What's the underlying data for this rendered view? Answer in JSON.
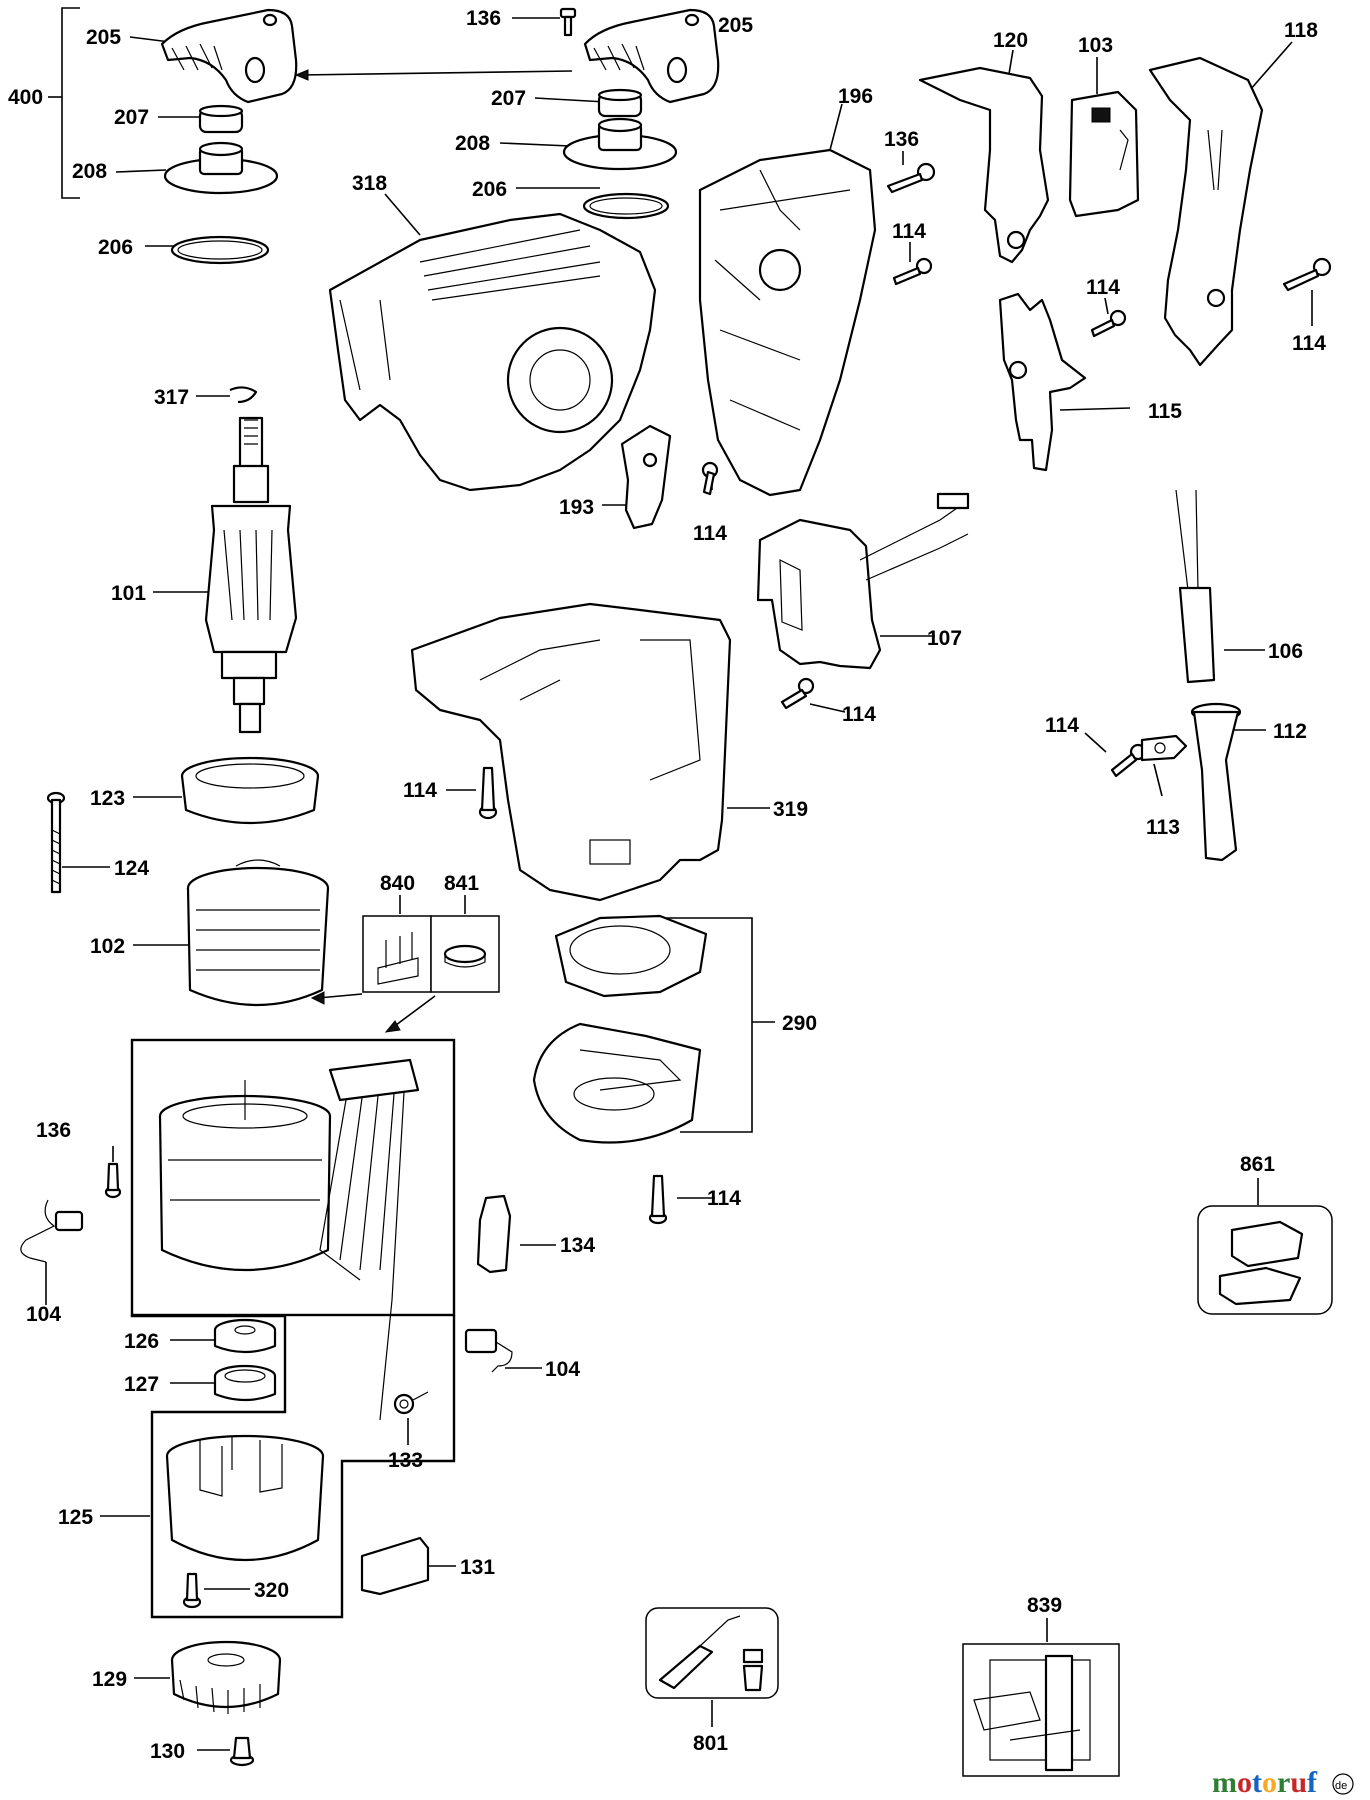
{
  "parts": [
    {
      "ref": "400",
      "name": "assembly-400-label"
    },
    {
      "ref": "205",
      "name": "cover-205-label-left"
    },
    {
      "ref": "207",
      "name": "cap-207-label-left"
    },
    {
      "ref": "208",
      "name": "cover-208-label-left"
    },
    {
      "ref": "206",
      "name": "ring-206-label-left"
    },
    {
      "ref": "136",
      "name": "screw-136-label-top"
    },
    {
      "ref": "205",
      "name": "cover-205-label-right"
    },
    {
      "ref": "207",
      "name": "cap-207-label-right"
    },
    {
      "ref": "208",
      "name": "cover-208-label-right"
    },
    {
      "ref": "206",
      "name": "ring-206-label-right"
    },
    {
      "ref": "318",
      "name": "housing-318-label"
    },
    {
      "ref": "196",
      "name": "handle-housing-196-label"
    },
    {
      "ref": "136",
      "name": "screw-136-label-mid"
    },
    {
      "ref": "114",
      "name": "screw-114-label-a"
    },
    {
      "ref": "120",
      "name": "trigger-120-label"
    },
    {
      "ref": "103",
      "name": "switch-103-label"
    },
    {
      "ref": "118",
      "name": "handle-118-label"
    },
    {
      "ref": "114",
      "name": "screw-114-label-b"
    },
    {
      "ref": "114",
      "name": "screw-114-label-c"
    },
    {
      "ref": "115",
      "name": "lock-115-label"
    },
    {
      "ref": "317",
      "name": "clip-317-label"
    },
    {
      "ref": "193",
      "name": "knob-193-label"
    },
    {
      "ref": "114",
      "name": "screw-114-label-d"
    },
    {
      "ref": "101",
      "name": "armature-101-label"
    },
    {
      "ref": "107",
      "name": "module-107-label"
    },
    {
      "ref": "106",
      "name": "cable-106-label"
    },
    {
      "ref": "114",
      "name": "screw-114-label-e"
    },
    {
      "ref": "114",
      "name": "screw-114-label-f"
    },
    {
      "ref": "112",
      "name": "sleeve-112-label"
    },
    {
      "ref": "114",
      "name": "screw-114-label-g"
    },
    {
      "ref": "113",
      "name": "clamp-113-label"
    },
    {
      "ref": "319",
      "name": "motor-housing-319-label"
    },
    {
      "ref": "123",
      "name": "baffle-123-label"
    },
    {
      "ref": "124",
      "name": "bolt-124-label"
    },
    {
      "ref": "840",
      "name": "kit-840-label"
    },
    {
      "ref": "841",
      "name": "kit-841-label"
    },
    {
      "ref": "102",
      "name": "field-102-label"
    },
    {
      "ref": "290",
      "name": "base-290-label"
    },
    {
      "ref": "136",
      "name": "screw-136-label-low"
    },
    {
      "ref": "114",
      "name": "screw-114-label-h"
    },
    {
      "ref": "861",
      "name": "case-861-label"
    },
    {
      "ref": "104",
      "name": "brush-104-label-left"
    },
    {
      "ref": "134",
      "name": "holder-134-label"
    },
    {
      "ref": "104",
      "name": "brush-104-label-right"
    },
    {
      "ref": "126",
      "name": "bearing-126-label"
    },
    {
      "ref": "127",
      "name": "bearing-127-label"
    },
    {
      "ref": "133",
      "name": "spring-133-label"
    },
    {
      "ref": "125",
      "name": "brush-ring-125-label"
    },
    {
      "ref": "131",
      "name": "cover-131-label"
    },
    {
      "ref": "320",
      "name": "screw-320-label"
    },
    {
      "ref": "839",
      "name": "kit-839-label"
    },
    {
      "ref": "129",
      "name": "fan-129-label"
    },
    {
      "ref": "801",
      "name": "kit-801-label"
    },
    {
      "ref": "130",
      "name": "screw-130-label"
    }
  ],
  "watermark": {
    "text": "motoruf",
    "letters": [
      {
        "t": "m",
        "color": "#2e7d32"
      },
      {
        "t": "o",
        "color": "#c62828"
      },
      {
        "t": "t",
        "color": "#1565c0"
      },
      {
        "t": "o",
        "color": "#f9a825"
      },
      {
        "t": "r",
        "color": "#2e7d32"
      },
      {
        "t": "u",
        "color": "#c62828"
      },
      {
        "t": "f",
        "color": "#1565c0"
      }
    ],
    "suffix": "de"
  }
}
